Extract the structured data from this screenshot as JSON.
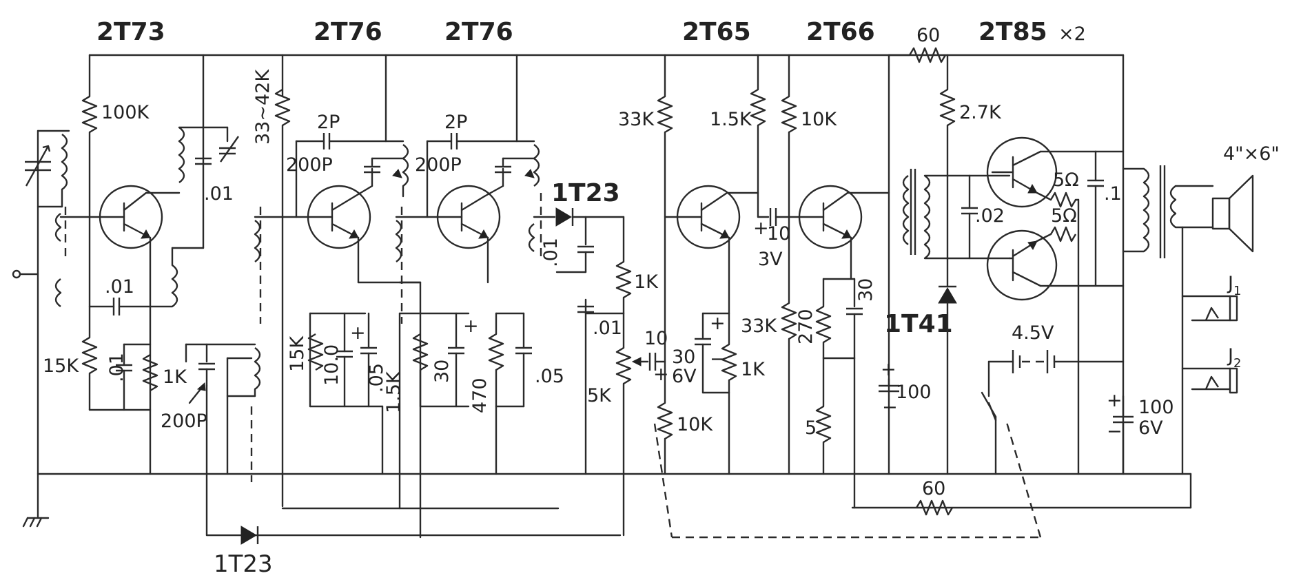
{
  "transistors": {
    "t1": "2T73",
    "t2": "2T76",
    "t3": "2T76",
    "t4": "2T65",
    "t5": "2T66",
    "t6": "2T85",
    "t6_mult": "×2"
  },
  "diodes": {
    "d1": "1T23",
    "d2": "1T23",
    "d3": "1T41"
  },
  "resistors": {
    "r_100k": "100K",
    "r_33_42k": "33~42K",
    "r_15k_a": "15K",
    "r_1k_a": "1K",
    "r_15k_b": "15K",
    "r_1_5k_a": "1.5K",
    "r_470": "470",
    "r_1k_b": "1K",
    "r_5k": "5K",
    "r_10k_a": "10K",
    "r_33k_a": "33K",
    "r_1_5k_b": "1.5K",
    "r_10k_b": "10K",
    "r_33k_b": "33K",
    "r_1k_c": "1K",
    "r_270": "270",
    "r_5": "5",
    "r_2_7k": "2.7K",
    "r_60_top": "60",
    "r_60_bottom": "60",
    "r_5ohm_a": "5Ω",
    "r_5ohm_b": "5Ω"
  },
  "capacitors": {
    "c_01_a": ".01",
    "c_01_b": ".01",
    "c_01_c": ".01",
    "c_200p_a": "200P",
    "c_2p_a": "2P",
    "c_200p_b": "200P",
    "c_10_0": "10.0",
    "c_05_a": ".05",
    "c_2p_b": "2P",
    "c_200p_c": "200P",
    "c_30": "30",
    "c_05_b": ".05",
    "c_01_d": ".01",
    "c_01_e": ".01",
    "c_10_a": "10",
    "c_30_6v": "30",
    "c_30_6v_v": "6V",
    "c_10_3v": "10",
    "c_10_3v_v": "3V",
    "c_30_b": "30",
    "c_100_a": "100",
    "c_02": ".02",
    "c_1": ".1",
    "c_100_6v": "100",
    "c_100_6v_v": "6V"
  },
  "misc": {
    "battery": "4.5V",
    "speaker": "4\"×6\"",
    "j1": "J",
    "j1_sub": "1",
    "j2": "J",
    "j2_sub": "2",
    "plus": "+",
    "minus": "−"
  }
}
